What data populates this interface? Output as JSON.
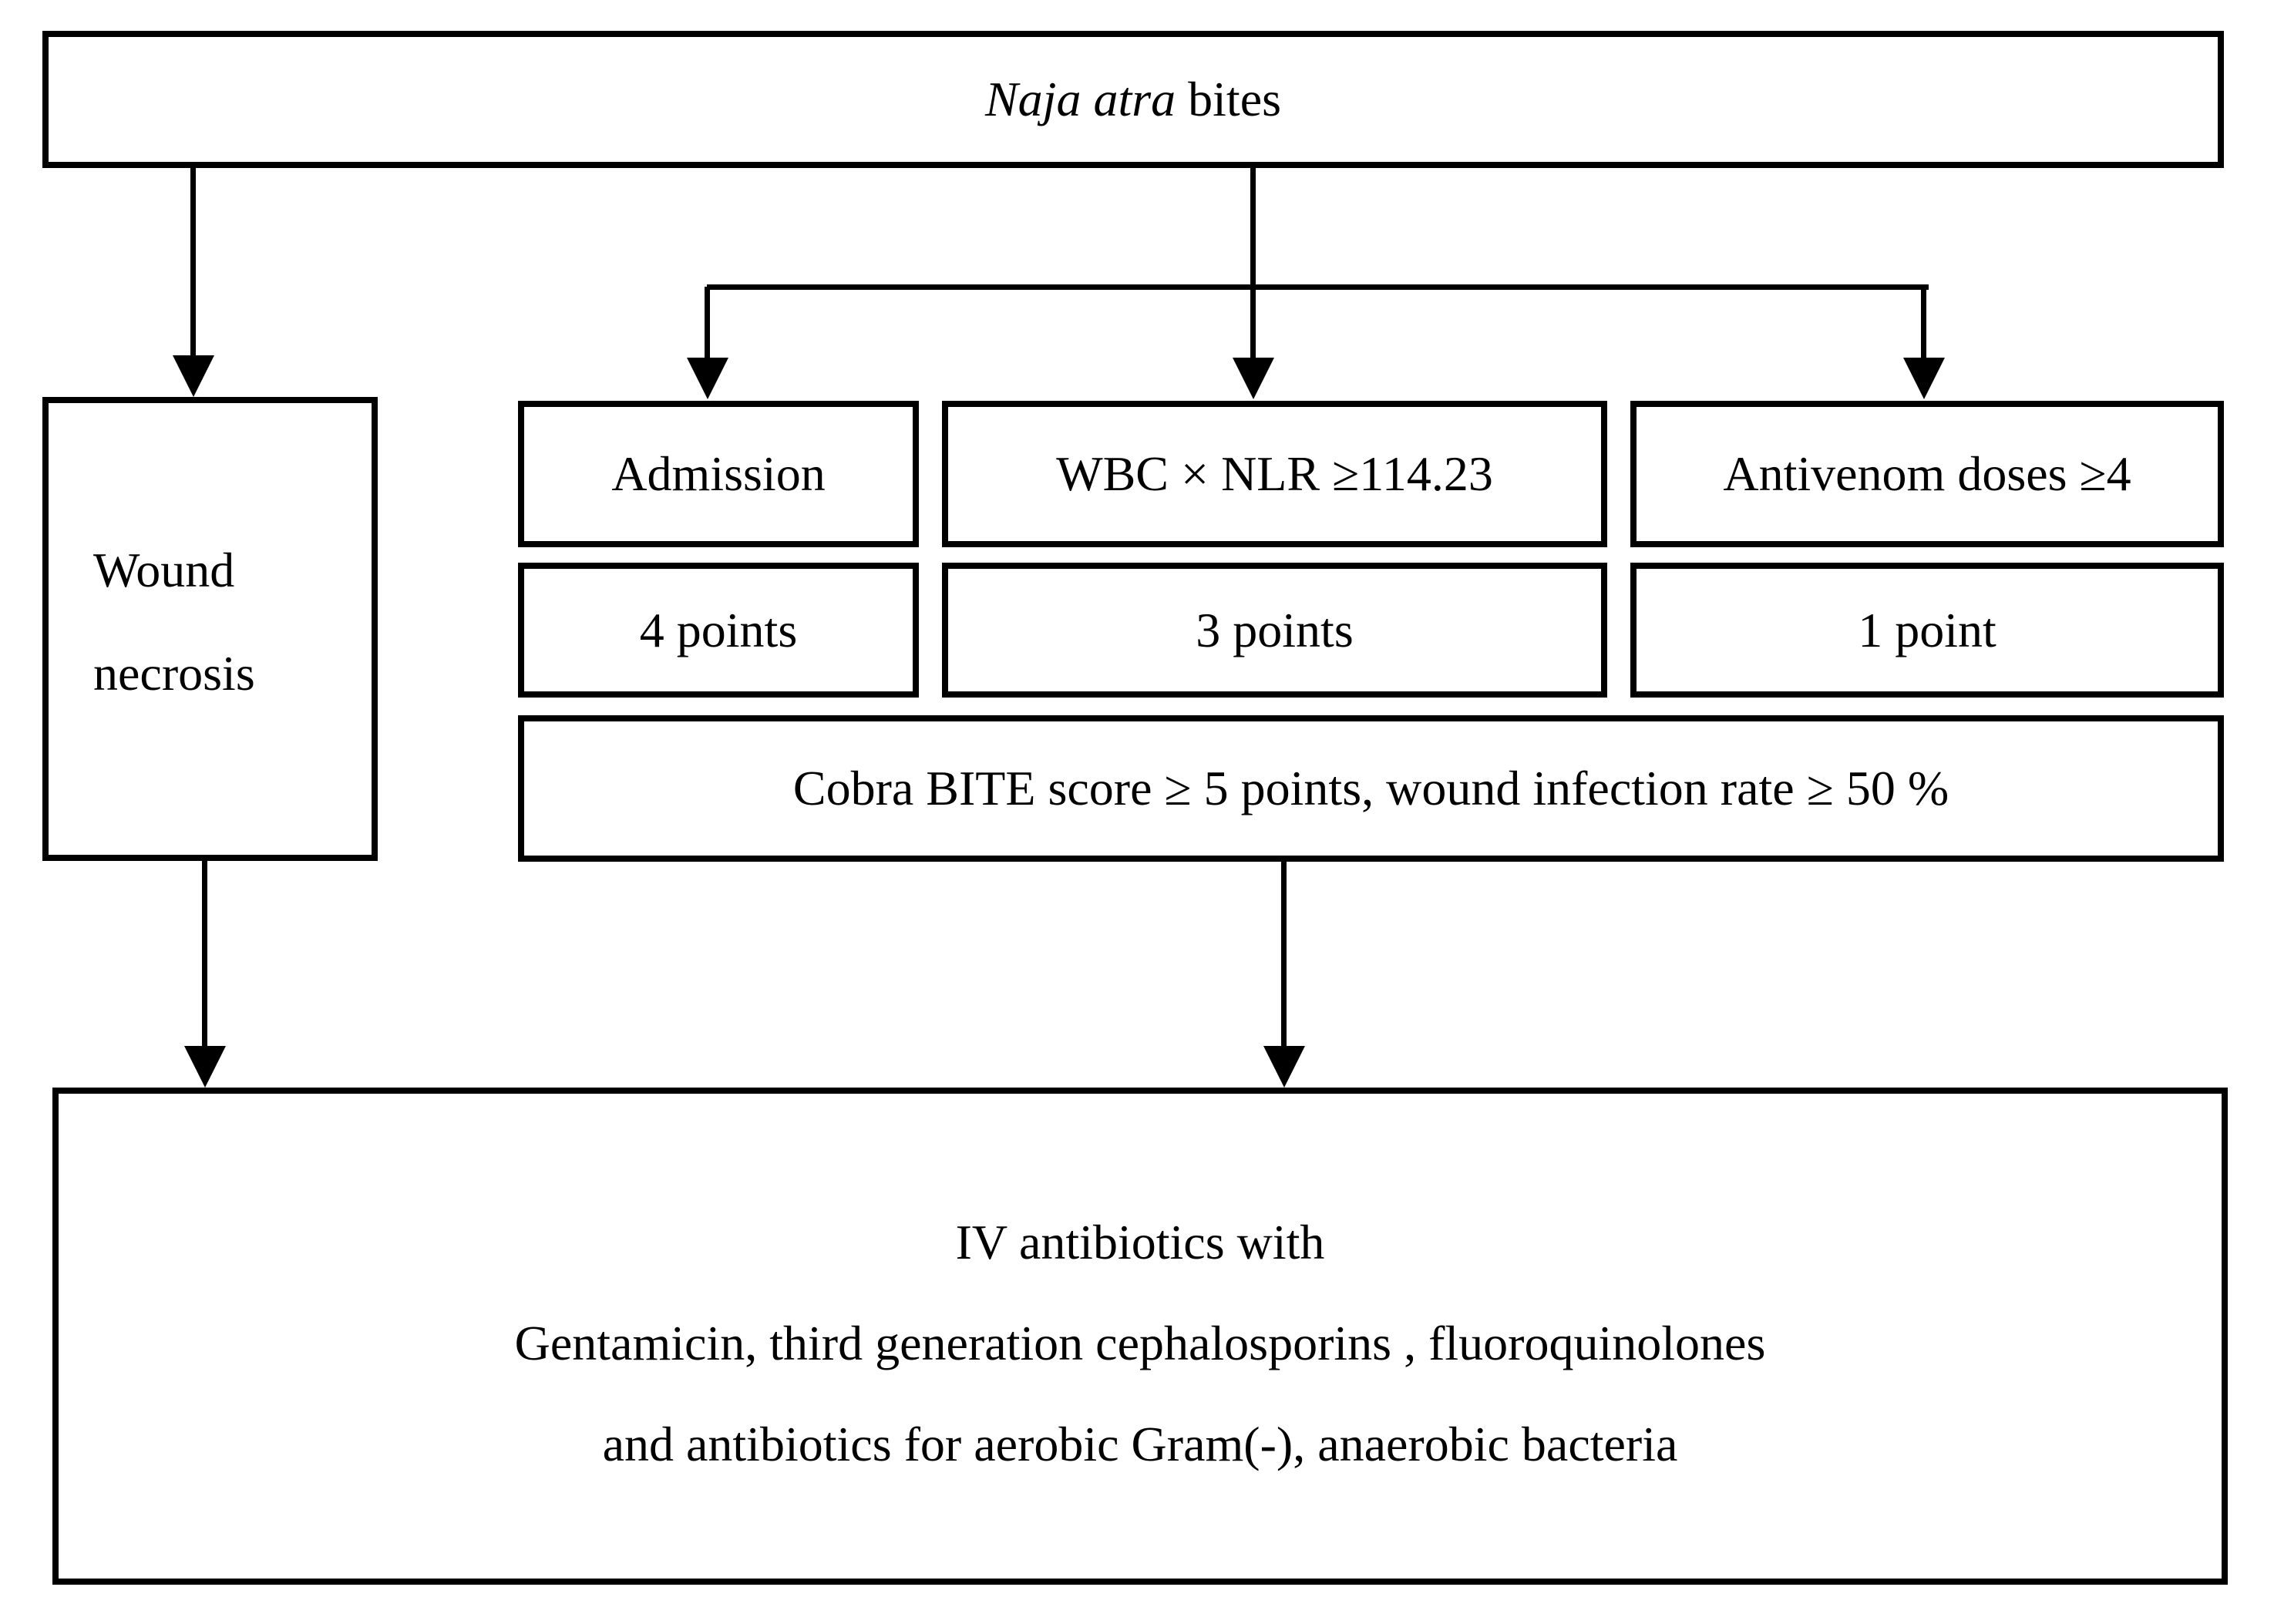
{
  "figure": {
    "top_box": {
      "species_italic": "Naja atra",
      "suffix": " bites"
    },
    "wound_box": {
      "line1": "Wound",
      "line2": "necrosis"
    },
    "criteria_columns": [
      {
        "criterion": "Admission",
        "points": "4 points"
      },
      {
        "criterion": "WBC × NLR ≥114.23",
        "points": "3 points"
      },
      {
        "criterion": "Antivenom doses ≥4",
        "points": "1 point"
      }
    ],
    "score_box": {
      "text": "Cobra BITE score ≥ 5 points, wound infection rate ≥ 50 %"
    },
    "treatment_box": {
      "line1": "IV antibiotics with",
      "line2": "Gentamicin, third generation cephalosporins , fluoroquinolones",
      "line3": "and antibiotics for aerobic Gram(-), anaerobic bacteria"
    },
    "colors": {
      "line": "#000000",
      "background": "#ffffff",
      "text": "#000000"
    }
  }
}
